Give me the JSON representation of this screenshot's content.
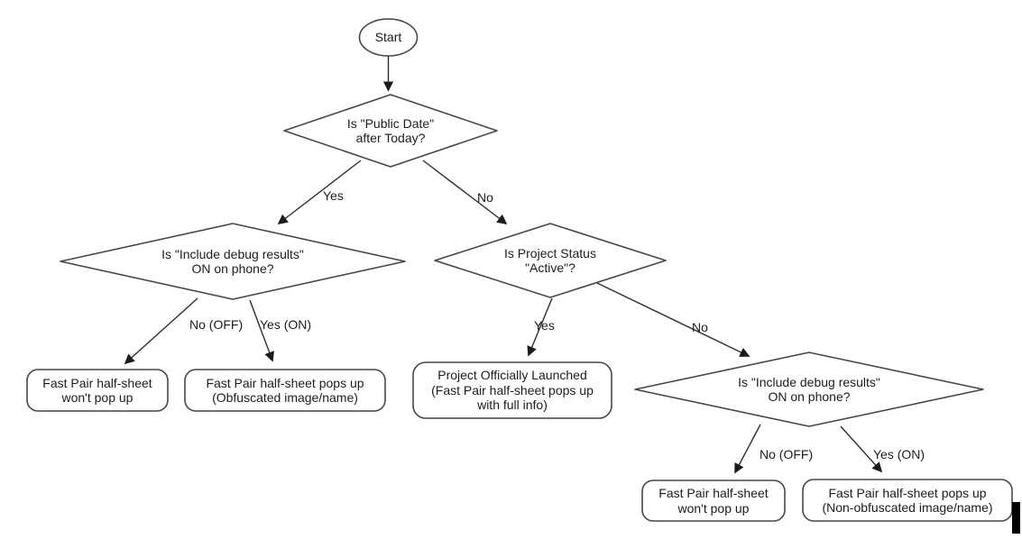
{
  "diagram": {
    "nodes": {
      "start": {
        "label": "Start",
        "type": "ellipse"
      },
      "d1": {
        "label": "Is \"Public Date\"\nafter Today?",
        "type": "decision"
      },
      "d2": {
        "label": "Is \"Include debug results\"\nON on phone?",
        "type": "decision"
      },
      "d3": {
        "label": "Is Project Status\n\"Active\"?",
        "type": "decision"
      },
      "d4": {
        "label": "Is \"Include debug results\"\nON on phone?",
        "type": "decision"
      },
      "r1": {
        "label": "Fast Pair half-sheet\nwon't pop up",
        "type": "terminal"
      },
      "r2": {
        "label": "Fast Pair half-sheet pops up\n(Obfuscated image/name)",
        "type": "terminal"
      },
      "r3": {
        "label": "Project Officially Launched\n(Fast Pair half-sheet pops up\nwith full info)",
        "type": "terminal"
      },
      "r4": {
        "label": "Fast Pair half-sheet\nwon't pop up",
        "type": "terminal"
      },
      "r5": {
        "label": "Fast Pair half-sheet pops up\n(Non-obfuscated image/name)",
        "type": "terminal"
      }
    },
    "edge_labels": {
      "d1_yes": "Yes",
      "d1_no": "No",
      "d2_no": "No (OFF)",
      "d2_yes": "Yes (ON)",
      "d3_yes": "Yes",
      "d3_no": "No",
      "d4_no": "No (OFF)",
      "d4_yes": "Yes (ON)"
    },
    "colors": {
      "shape_stroke": "#474747",
      "line_stroke": "#2e2e2e",
      "text": "#1c1c1c",
      "background": "#ffffff",
      "cursor_bar": "#000000"
    }
  }
}
